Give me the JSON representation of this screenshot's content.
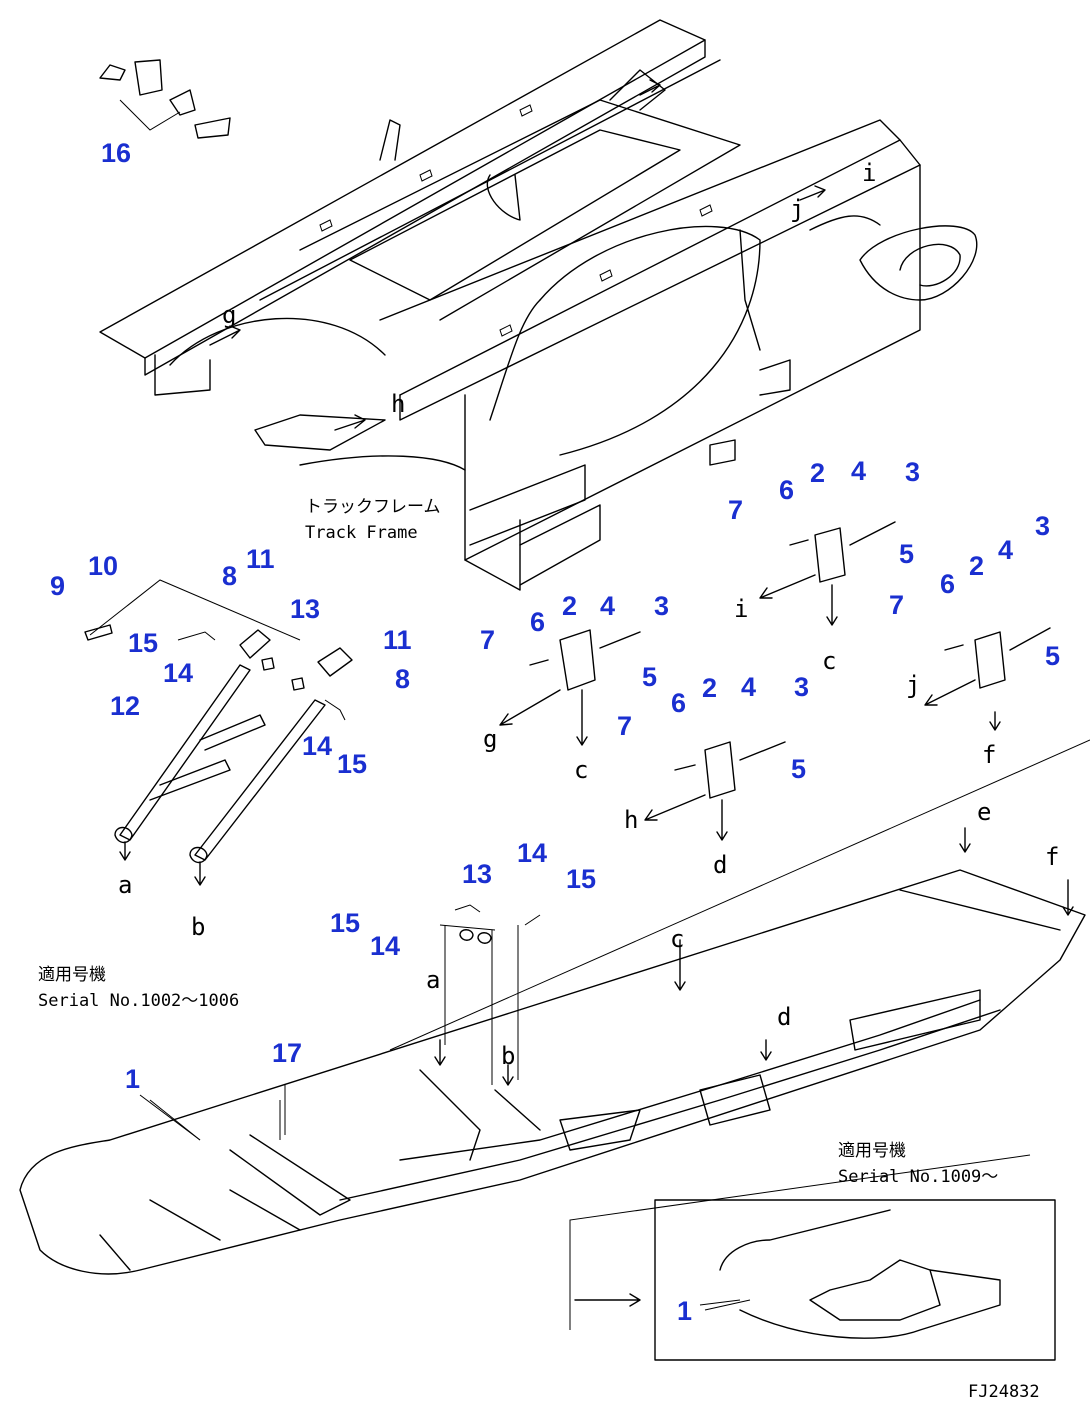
{
  "callouts": {
    "n16": "16",
    "n9": "9",
    "n10": "10",
    "n15a": "15",
    "n14a": "14",
    "n12": "12",
    "n8a": "8",
    "n11a": "11",
    "n13a": "13",
    "n11b": "11",
    "n8b": "8",
    "n14b": "14",
    "n15b": "15",
    "n7a": "7",
    "n6a": "6",
    "n2a": "2",
    "n4a": "4",
    "n3a": "3",
    "n5a": "5",
    "n7b": "7",
    "n6b": "6",
    "n2b": "2",
    "n4b": "4",
    "n3b": "3",
    "n5b": "5",
    "n7c": "7",
    "n6c": "6",
    "n2c": "2",
    "n4c": "4",
    "n3c": "3",
    "n5c": "5",
    "n7d": "7",
    "n6d": "6",
    "n2d": "2",
    "n4d": "4",
    "n3d": "3",
    "n5d": "5",
    "n13b": "13",
    "n14c": "14",
    "n15c": "15",
    "n15d": "15",
    "n14d": "14",
    "n1a": "1",
    "n17": "17",
    "n1b": "1"
  },
  "letters": {
    "g1": "g",
    "h1": "h",
    "i1": "i",
    "j1": "j",
    "q1": "g",
    "i2": "i",
    "c1": "c",
    "j2": "j",
    "f1": "f",
    "c2": "c",
    "h2": "h",
    "d1": "d",
    "a1": "a",
    "b1": "b",
    "e1": "e",
    "f2": "f",
    "a2": "a",
    "b2": "b",
    "c3": "c",
    "d2": "d"
  },
  "labels": {
    "track_frame_jp": "トラックフレーム",
    "track_frame_en": "Track Frame",
    "serial_old_jp": "適用号機",
    "serial_old_en": "Serial No.1002～1006",
    "serial_new_jp": "適用号機",
    "serial_new_en": "Serial No.1009～",
    "drawing_code": "FJ24832"
  },
  "colors": {
    "callout": "#1a2fd0",
    "line": "#000000"
  }
}
